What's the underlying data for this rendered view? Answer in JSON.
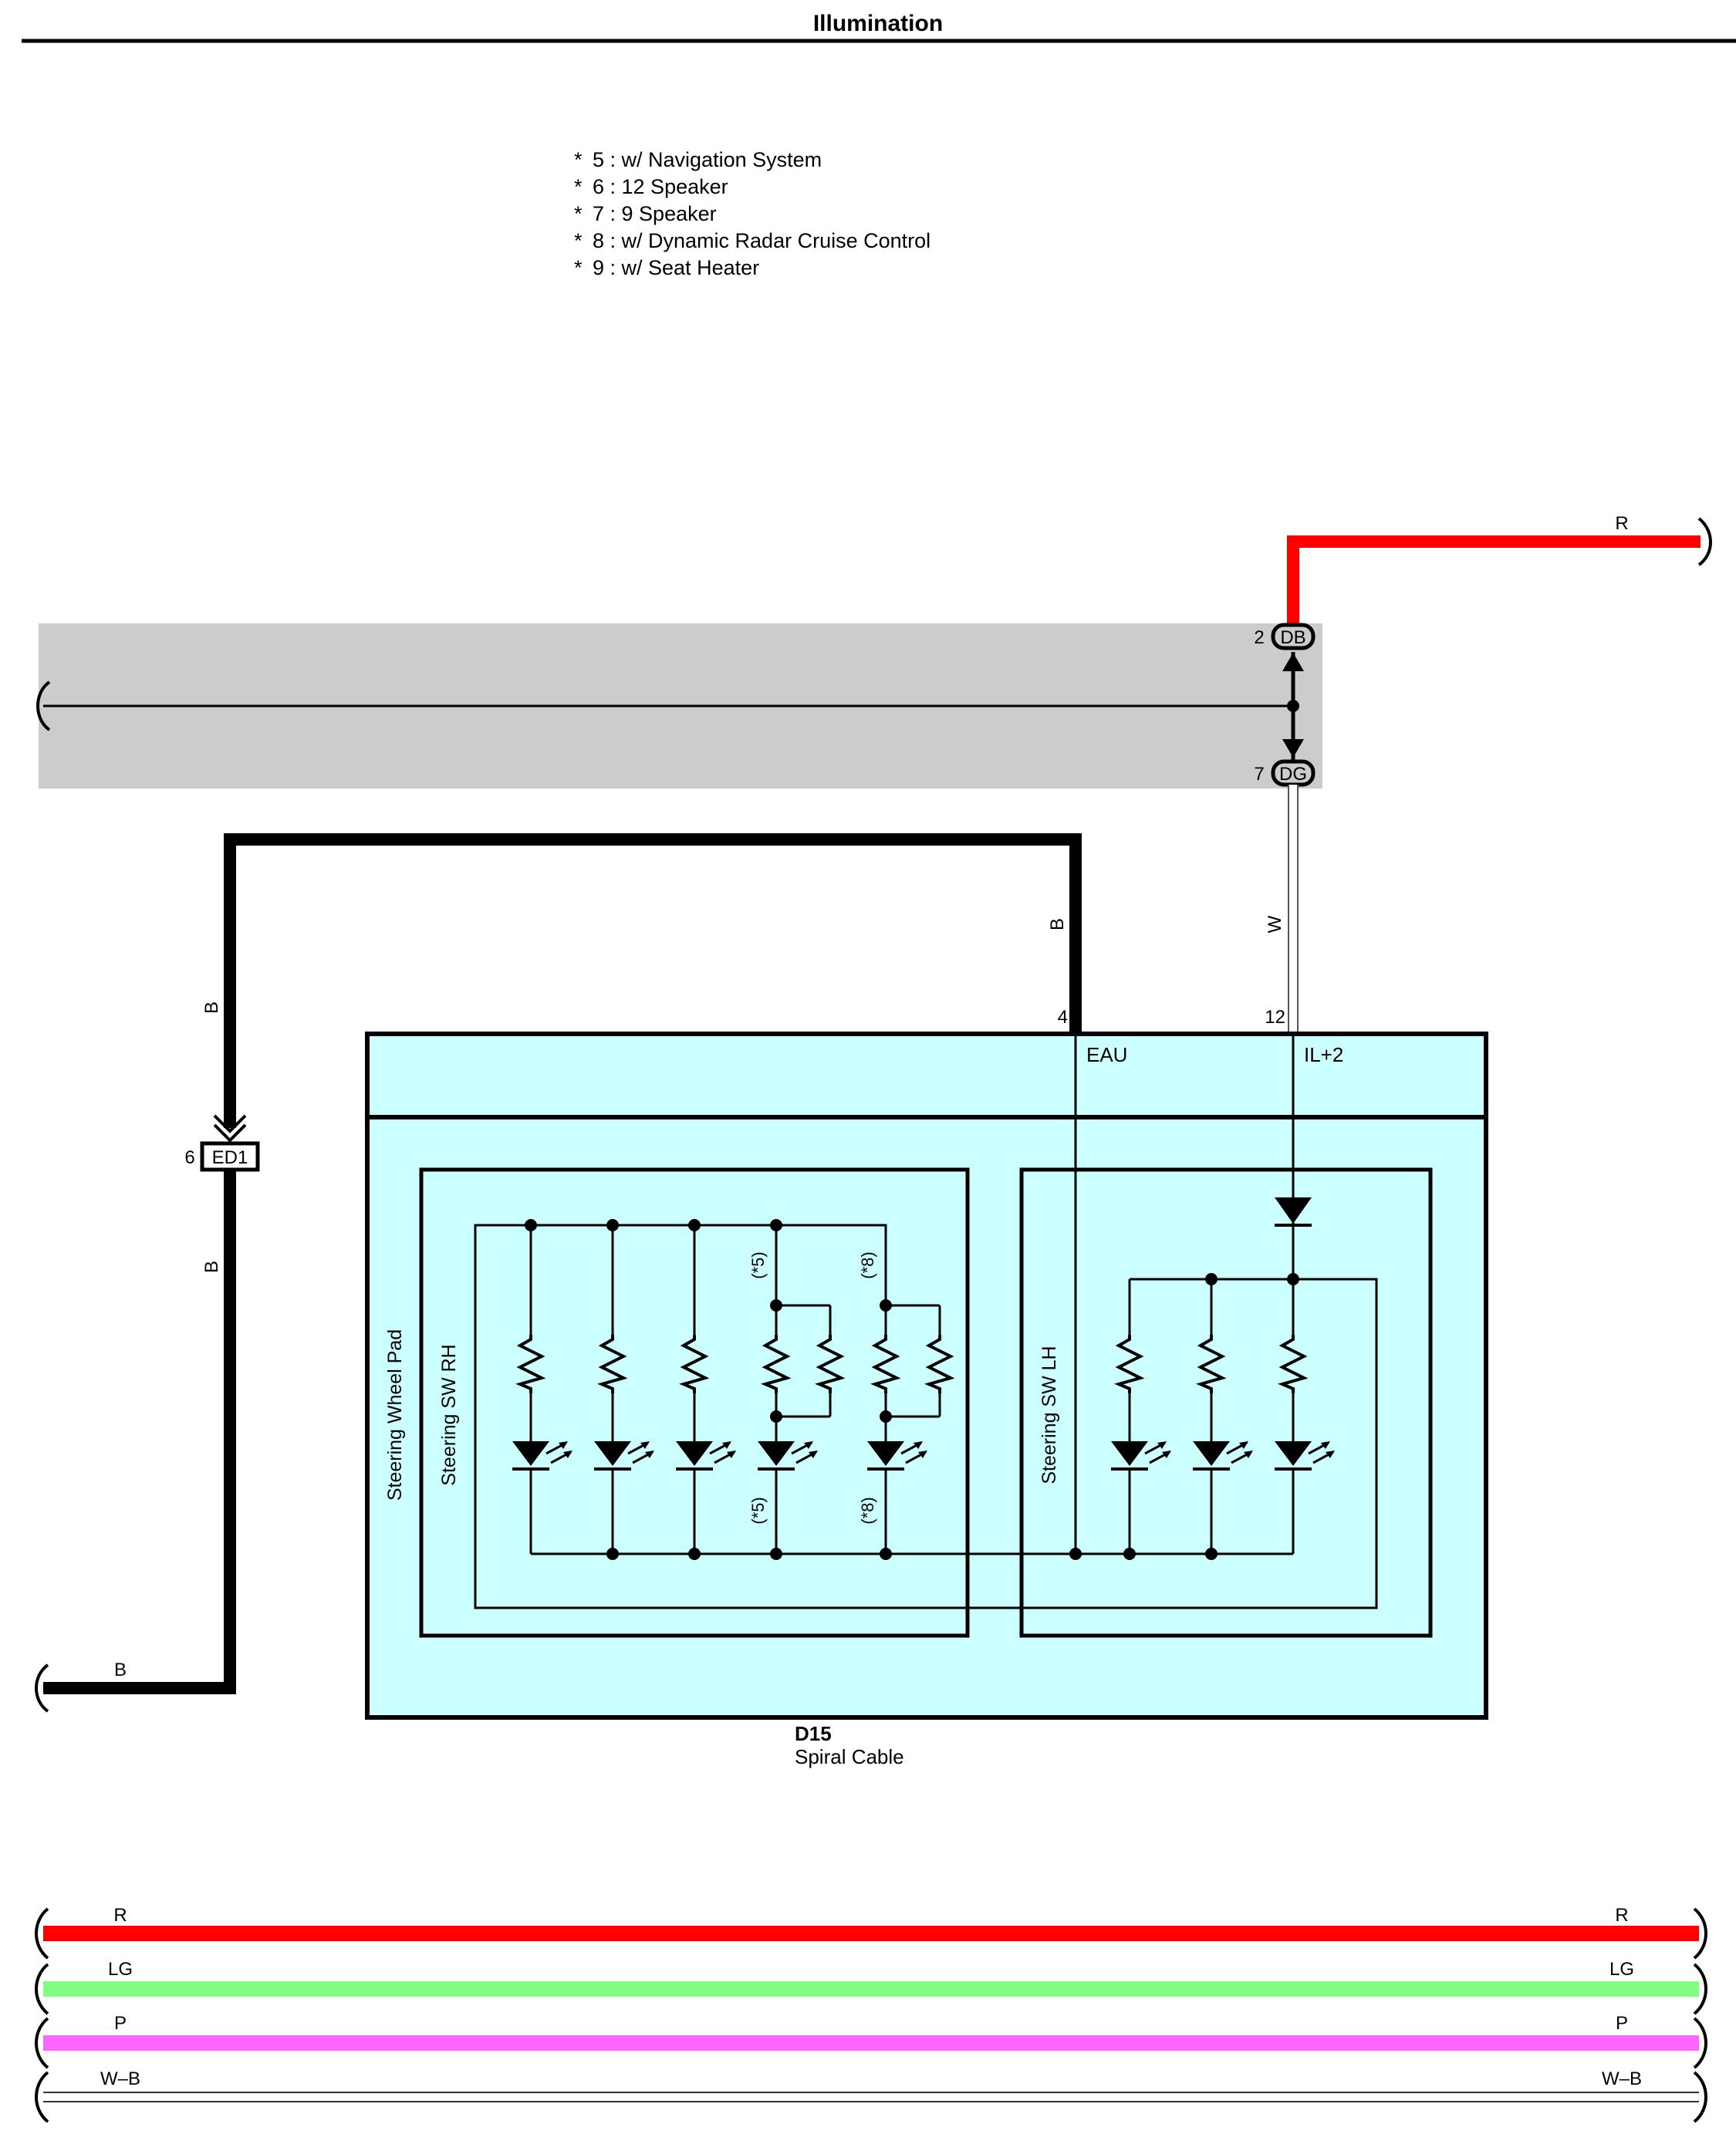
{
  "title": "Illumination",
  "notes": [
    "5 : w/ Navigation System",
    "6 : 12 Speaker",
    "7 : 9 Speaker",
    "8 : w/ Dynamic Radar Cruise Control",
    "9 : w/ Seat Heater"
  ],
  "note_marker": "*",
  "colors": {
    "red": "#ff0000",
    "light_green": "#80ff80",
    "pink": "#ff66ff",
    "gray_band": "#cccccc",
    "component_fill": "#ccffff",
    "black": "#000000"
  },
  "connectors": {
    "db": {
      "name": "DB",
      "pin": "2"
    },
    "dg": {
      "name": "DG",
      "pin": "7"
    },
    "ed1": {
      "name": "ED1",
      "pin": "6"
    }
  },
  "wires": {
    "top_right": "R",
    "dg_out": "W",
    "eau_in": "B",
    "left_upper": "B",
    "left_lower": "B",
    "bottom_left": "B"
  },
  "component": {
    "id": "D15",
    "name": "Spiral Cable",
    "pins": [
      {
        "number": "4",
        "name": "EAU"
      },
      {
        "number": "12",
        "name": "IL+2"
      }
    ],
    "blocks": {
      "pad": "Steering Wheel Pad",
      "sw_rh": "Steering SW RH",
      "sw_lh": "Steering SW LH"
    },
    "conditions": {
      "c5": "(*5)",
      "c8": "(*8)"
    }
  },
  "bus": [
    {
      "left": "R",
      "right": "R",
      "color": "#ff0000"
    },
    {
      "left": "LG",
      "right": "LG",
      "color": "#80ff80"
    },
    {
      "left": "P",
      "right": "P",
      "color": "#ff66ff"
    },
    {
      "left": "W–B",
      "right": "W–B",
      "color": "#ffffff"
    }
  ]
}
